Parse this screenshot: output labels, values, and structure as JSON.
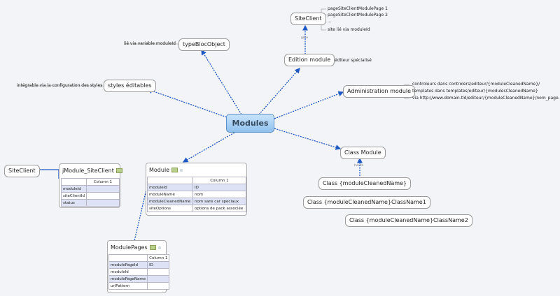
{
  "central": "Modules",
  "nodes": {
    "site_client_top": "SiteClient",
    "edition_module": "Edition module",
    "type_bloc_object": "typeBlocObject",
    "styles_editables": "styles éditables",
    "administration_module": "Administration module",
    "class_module": "Class Module",
    "site_client_left": "SiteClient",
    "class_cleaned": "Class {moduleCleanedName}",
    "class_cleaned_1": "Class {moduleCleanedName}ClassName1",
    "class_cleaned_2": "Class {moduleCleanedName}ClassName2"
  },
  "notes": {
    "site_client": [
      "pageSiteClientModulePage 1",
      "pageSiteClientModulePage 2",
      "...",
      "site lié via moduleId"
    ],
    "edition_module": "éditeur spécialisé",
    "type_bloc_object": "lié via variable moduleId",
    "styles_editables": "intégrable via la configuration des styles",
    "administration_module": [
      "controleurs dans controlers/editeur/{moduleCleanedName}/",
      "templates dans templates/editeur/{modulesCleanedName}",
      "via http://www.domain.tld/editeur/{moduleCleanedName}/nom_page.html"
    ]
  },
  "relation_labels": {
    "gere": "gère",
    "herite": "herite"
  },
  "tables": {
    "jmodule_siteclient": {
      "title": "jModule_SiteClient",
      "header": [
        "",
        "Column 1"
      ],
      "rows": [
        [
          "moduleId",
          ""
        ],
        [
          "siteClientId",
          ""
        ],
        [
          "status",
          ""
        ]
      ]
    },
    "module": {
      "title": "Module",
      "header": [
        "",
        "Column 1"
      ],
      "rows": [
        [
          "moduleId",
          "ID"
        ],
        [
          "moduleName",
          "nom"
        ],
        [
          "moduleCleanedName",
          "nom sans car speciaux"
        ],
        [
          "siteOptions",
          "options de pack associée"
        ]
      ]
    },
    "module_pages": {
      "title": "ModulePages",
      "header": [
        "",
        "Column 1"
      ],
      "rows": [
        [
          "modulePageId",
          "ID"
        ],
        [
          "moduleId",
          ""
        ],
        [
          "modulePageName",
          ""
        ],
        [
          "urlPattern",
          ""
        ]
      ]
    }
  },
  "colors": {
    "central_fill": "#a9d2f5",
    "connector": "#1e58c4",
    "row_highlight": "#dde3f4"
  }
}
